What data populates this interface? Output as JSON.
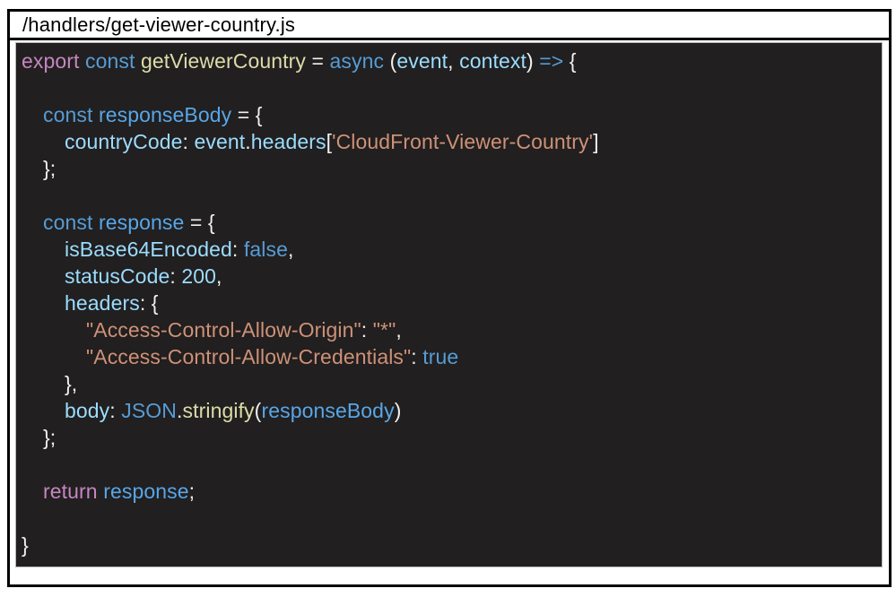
{
  "header": {
    "file_path": "/handlers/get-viewer-country.js"
  },
  "palette": {
    "panel_background": "#211F1F",
    "frame_border": "#000000",
    "default": "#F1F0F0",
    "keyword_purple": "#C586C0",
    "keyword_blue": "#569CD6",
    "variable_blue": "#58A6E8",
    "property_blue": "#9CDCFE",
    "function_yellow": "#DCDCAA",
    "string_salmon": "#CE9178",
    "number_blue": "#9CDCFE"
  },
  "code": {
    "language": "javascript",
    "lines": [
      {
        "indent": 0,
        "tokens": [
          {
            "text": "export",
            "color": "keyword_purple"
          },
          {
            "text": " ",
            "color": "default"
          },
          {
            "text": "const",
            "color": "keyword_blue"
          },
          {
            "text": " ",
            "color": "default"
          },
          {
            "text": "getViewerCountry",
            "color": "function_yellow"
          },
          {
            "text": " = ",
            "color": "default"
          },
          {
            "text": "async",
            "color": "keyword_blue"
          },
          {
            "text": " (",
            "color": "default"
          },
          {
            "text": "event",
            "color": "property_blue"
          },
          {
            "text": ", ",
            "color": "default"
          },
          {
            "text": "context",
            "color": "property_blue"
          },
          {
            "text": ") ",
            "color": "default"
          },
          {
            "text": "=>",
            "color": "keyword_blue"
          },
          {
            "text": " {",
            "color": "default"
          }
        ]
      },
      {
        "indent": 0,
        "tokens": []
      },
      {
        "indent": 1,
        "tokens": [
          {
            "text": "const",
            "color": "keyword_blue"
          },
          {
            "text": " ",
            "color": "default"
          },
          {
            "text": "responseBody",
            "color": "variable_blue"
          },
          {
            "text": " = {",
            "color": "default"
          }
        ]
      },
      {
        "indent": 2,
        "tokens": [
          {
            "text": "countryCode",
            "color": "property_blue"
          },
          {
            "text": ": ",
            "color": "default"
          },
          {
            "text": "event",
            "color": "property_blue"
          },
          {
            "text": ".",
            "color": "default"
          },
          {
            "text": "headers",
            "color": "property_blue"
          },
          {
            "text": "[",
            "color": "default"
          },
          {
            "text": "'CloudFront-Viewer-Country'",
            "color": "string_salmon"
          },
          {
            "text": "]",
            "color": "default"
          }
        ]
      },
      {
        "indent": 1,
        "tokens": [
          {
            "text": "};",
            "color": "default"
          }
        ]
      },
      {
        "indent": 0,
        "tokens": []
      },
      {
        "indent": 1,
        "tokens": [
          {
            "text": "const",
            "color": "keyword_blue"
          },
          {
            "text": " ",
            "color": "default"
          },
          {
            "text": "response",
            "color": "variable_blue"
          },
          {
            "text": " = {",
            "color": "default"
          }
        ]
      },
      {
        "indent": 2,
        "tokens": [
          {
            "text": "isBase64Encoded",
            "color": "property_blue"
          },
          {
            "text": ": ",
            "color": "default"
          },
          {
            "text": "false",
            "color": "keyword_blue"
          },
          {
            "text": ",",
            "color": "default"
          }
        ]
      },
      {
        "indent": 2,
        "tokens": [
          {
            "text": "statusCode",
            "color": "property_blue"
          },
          {
            "text": ": ",
            "color": "default"
          },
          {
            "text": "200",
            "color": "number_blue"
          },
          {
            "text": ",",
            "color": "default"
          }
        ]
      },
      {
        "indent": 2,
        "tokens": [
          {
            "text": "headers",
            "color": "property_blue"
          },
          {
            "text": ": {",
            "color": "default"
          }
        ]
      },
      {
        "indent": 3,
        "tokens": [
          {
            "text": "\"Access-Control-Allow-Origin\"",
            "color": "string_salmon"
          },
          {
            "text": ": ",
            "color": "default"
          },
          {
            "text": "\"*\"",
            "color": "string_salmon"
          },
          {
            "text": ",",
            "color": "default"
          }
        ]
      },
      {
        "indent": 3,
        "tokens": [
          {
            "text": "\"Access-Control-Allow-Credentials\"",
            "color": "string_salmon"
          },
          {
            "text": ": ",
            "color": "default"
          },
          {
            "text": "true",
            "color": "keyword_blue"
          }
        ]
      },
      {
        "indent": 2,
        "tokens": [
          {
            "text": "},",
            "color": "default"
          }
        ]
      },
      {
        "indent": 2,
        "tokens": [
          {
            "text": "body",
            "color": "property_blue"
          },
          {
            "text": ": ",
            "color": "default"
          },
          {
            "text": "JSON",
            "color": "keyword_blue"
          },
          {
            "text": ".",
            "color": "default"
          },
          {
            "text": "stringify",
            "color": "function_yellow"
          },
          {
            "text": "(",
            "color": "default"
          },
          {
            "text": "responseBody",
            "color": "variable_blue"
          },
          {
            "text": ")",
            "color": "default"
          }
        ]
      },
      {
        "indent": 1,
        "tokens": [
          {
            "text": "};",
            "color": "default"
          }
        ]
      },
      {
        "indent": 0,
        "tokens": []
      },
      {
        "indent": 1,
        "tokens": [
          {
            "text": "return",
            "color": "keyword_purple"
          },
          {
            "text": " ",
            "color": "default"
          },
          {
            "text": "response",
            "color": "variable_blue"
          },
          {
            "text": ";",
            "color": "default"
          }
        ]
      },
      {
        "indent": 0,
        "tokens": []
      },
      {
        "indent": 0,
        "tokens": [
          {
            "text": "}",
            "color": "default"
          }
        ]
      }
    ]
  }
}
